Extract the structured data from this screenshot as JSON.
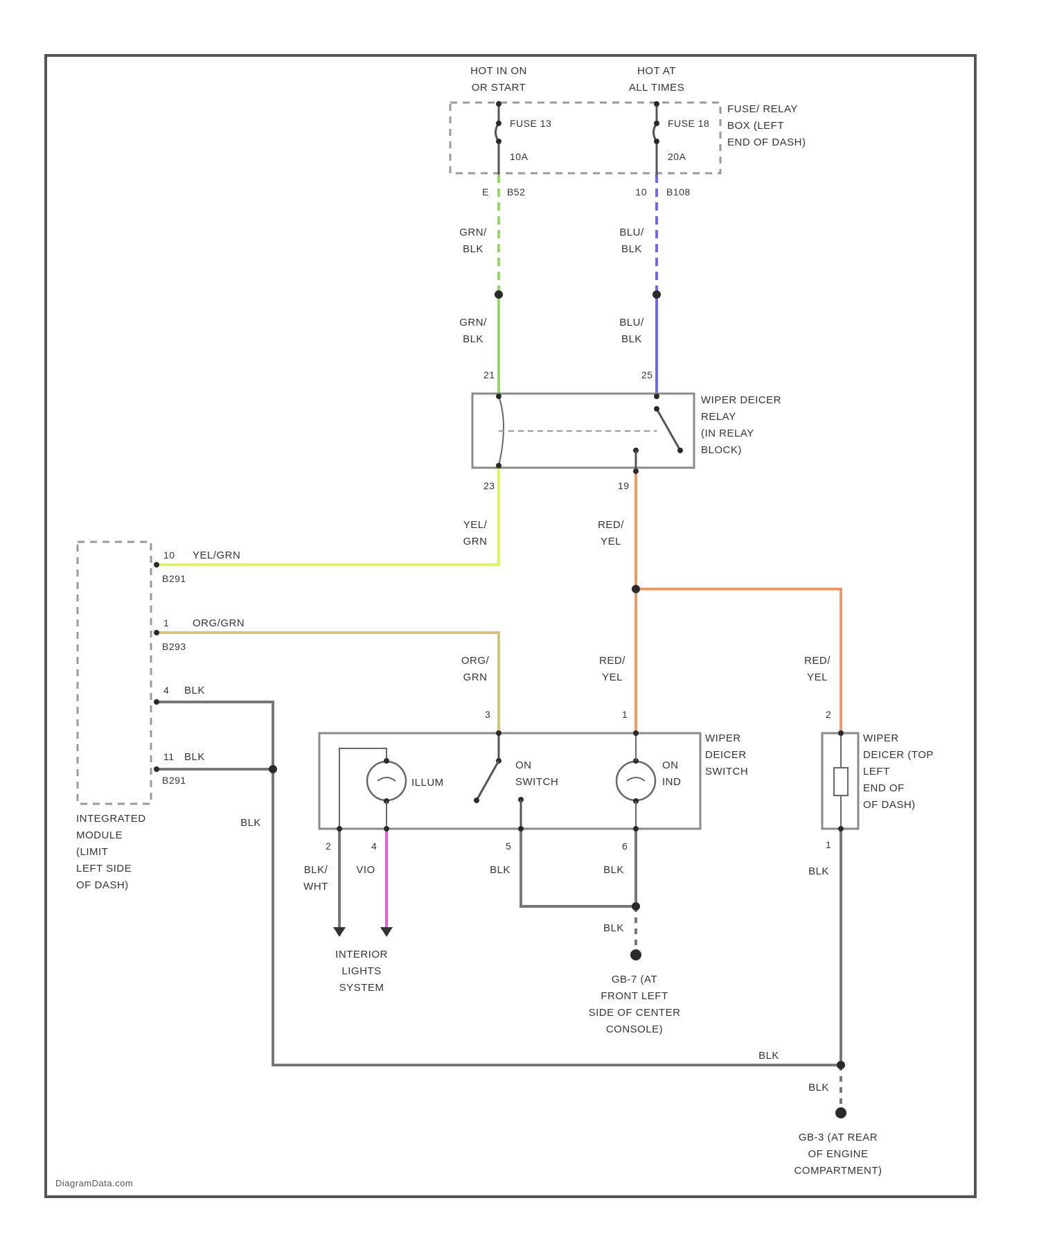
{
  "power": {
    "hot_run_start": [
      "HOT IN ON",
      "OR START"
    ],
    "hot_all_times": [
      "HOT AT",
      "ALL TIMES"
    ]
  },
  "fuse_box": {
    "label": [
      "FUSE/ RELAY",
      "BOX (LEFT",
      "END OF DASH)"
    ],
    "fuse_a": {
      "name": "FUSE 13",
      "rating": "10A",
      "pin": "E",
      "connector": "B52"
    },
    "fuse_b": {
      "name": "FUSE 18",
      "rating": "20A",
      "pin": "10",
      "connector": "B108"
    }
  },
  "wires": {
    "grn_blk": [
      "GRN/",
      "BLK"
    ],
    "blu_blk": [
      "BLU/",
      "BLK"
    ],
    "yel_grn": [
      "YEL/",
      "GRN"
    ],
    "red_yel": [
      "RED/",
      "YEL"
    ],
    "org_grn": [
      "ORG/",
      "GRN"
    ],
    "blk_wht": [
      "BLK/",
      "WHT"
    ],
    "vio": "VIO",
    "blk": "BLK"
  },
  "relay": {
    "label": [
      "WIPER DEICER",
      "RELAY",
      "(IN RELAY",
      "BLOCK)"
    ],
    "pins": [
      "21",
      "25",
      "23",
      "19"
    ]
  },
  "module": {
    "label": [
      "INTEGRATED",
      "MODULE",
      "(LIMIT",
      "LEFT SIDE",
      "OF DASH)"
    ],
    "rows": [
      {
        "pin": "10",
        "wire": "YEL/GRN",
        "conn": "B291"
      },
      {
        "pin": "1",
        "wire": "ORG/GRN",
        "conn": "B293"
      },
      {
        "pin": "4",
        "wire": "BLK",
        "conn": ""
      },
      {
        "pin": "11",
        "wire": "BLK",
        "conn": "B291"
      }
    ]
  },
  "switch": {
    "label": [
      "WIPER",
      "DEICER",
      "SWITCH"
    ],
    "illum": "ILLUM",
    "on_switch": [
      "ON",
      "SWITCH"
    ],
    "on_ind": [
      "ON",
      "IND"
    ],
    "top_pins": [
      "3",
      "1"
    ],
    "bottom_pins": [
      "2",
      "4",
      "5",
      "6"
    ]
  },
  "deicer": {
    "label": [
      "WIPER",
      "DEICER (TOP",
      "LEFT",
      "END OF",
      "OF DASH)"
    ],
    "pins": [
      "2",
      "1"
    ]
  },
  "interior_lights": [
    "INTERIOR",
    "LIGHTS",
    "SYSTEM"
  ],
  "ground_1": [
    "GB-7 (AT",
    "FRONT LEFT",
    "SIDE OF CENTER",
    "CONSOLE)"
  ],
  "ground_2": [
    "GB-3 (AT REAR",
    "OF ENGINE",
    "COMPARTMENT)"
  ],
  "footer": "DiagramData.com",
  "colors": {
    "green": "#95d96a",
    "blue": "#6b6bea",
    "yellow_green": "#dff560",
    "orange": "#f09a66",
    "tan": "#d8c478",
    "gray": "#777777",
    "magenta": "#ea58e2"
  }
}
